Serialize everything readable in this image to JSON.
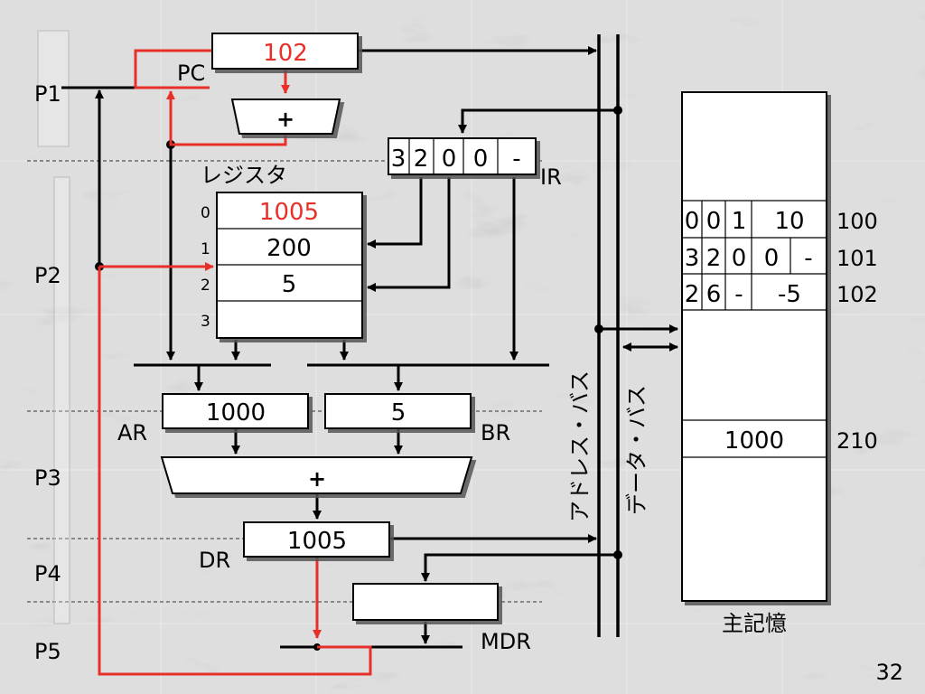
{
  "slide_number": "32",
  "phases": [
    "P1",
    "P2",
    "P3",
    "P4",
    "P5"
  ],
  "pc": {
    "label": "PC",
    "value": "102"
  },
  "incrementer": {
    "symbol": "+"
  },
  "alu": {
    "symbol": "+"
  },
  "ir": {
    "label": "IR",
    "fields": [
      "3",
      "2",
      "0",
      "0",
      "-"
    ]
  },
  "registers": {
    "title": "レジスタ",
    "indices": [
      "0",
      "1",
      "2",
      "3"
    ],
    "values": [
      "1005",
      "200",
      "5",
      ""
    ]
  },
  "ar": {
    "label": "AR",
    "value": "1000"
  },
  "br": {
    "label": "BR",
    "value": "5"
  },
  "dr": {
    "label": "DR",
    "value": "1005"
  },
  "mdr": {
    "label": "MDR",
    "value": ""
  },
  "buses": {
    "address": "アドレス・バス",
    "data": "データ・バス"
  },
  "memory": {
    "title": "主記憶",
    "rows": [
      {
        "address": "100",
        "fields": [
          "0",
          "0",
          "1",
          "10"
        ]
      },
      {
        "address": "101",
        "fields": [
          "3",
          "2",
          "0",
          "0",
          "-"
        ]
      },
      {
        "address": "102",
        "fields": [
          "2",
          "6",
          "-",
          "-5"
        ]
      },
      {
        "address": "210",
        "fields": [
          "1000"
        ]
      }
    ]
  },
  "colors": {
    "highlight": "#e8302a",
    "line": "#000000",
    "box": "#ffffff"
  }
}
